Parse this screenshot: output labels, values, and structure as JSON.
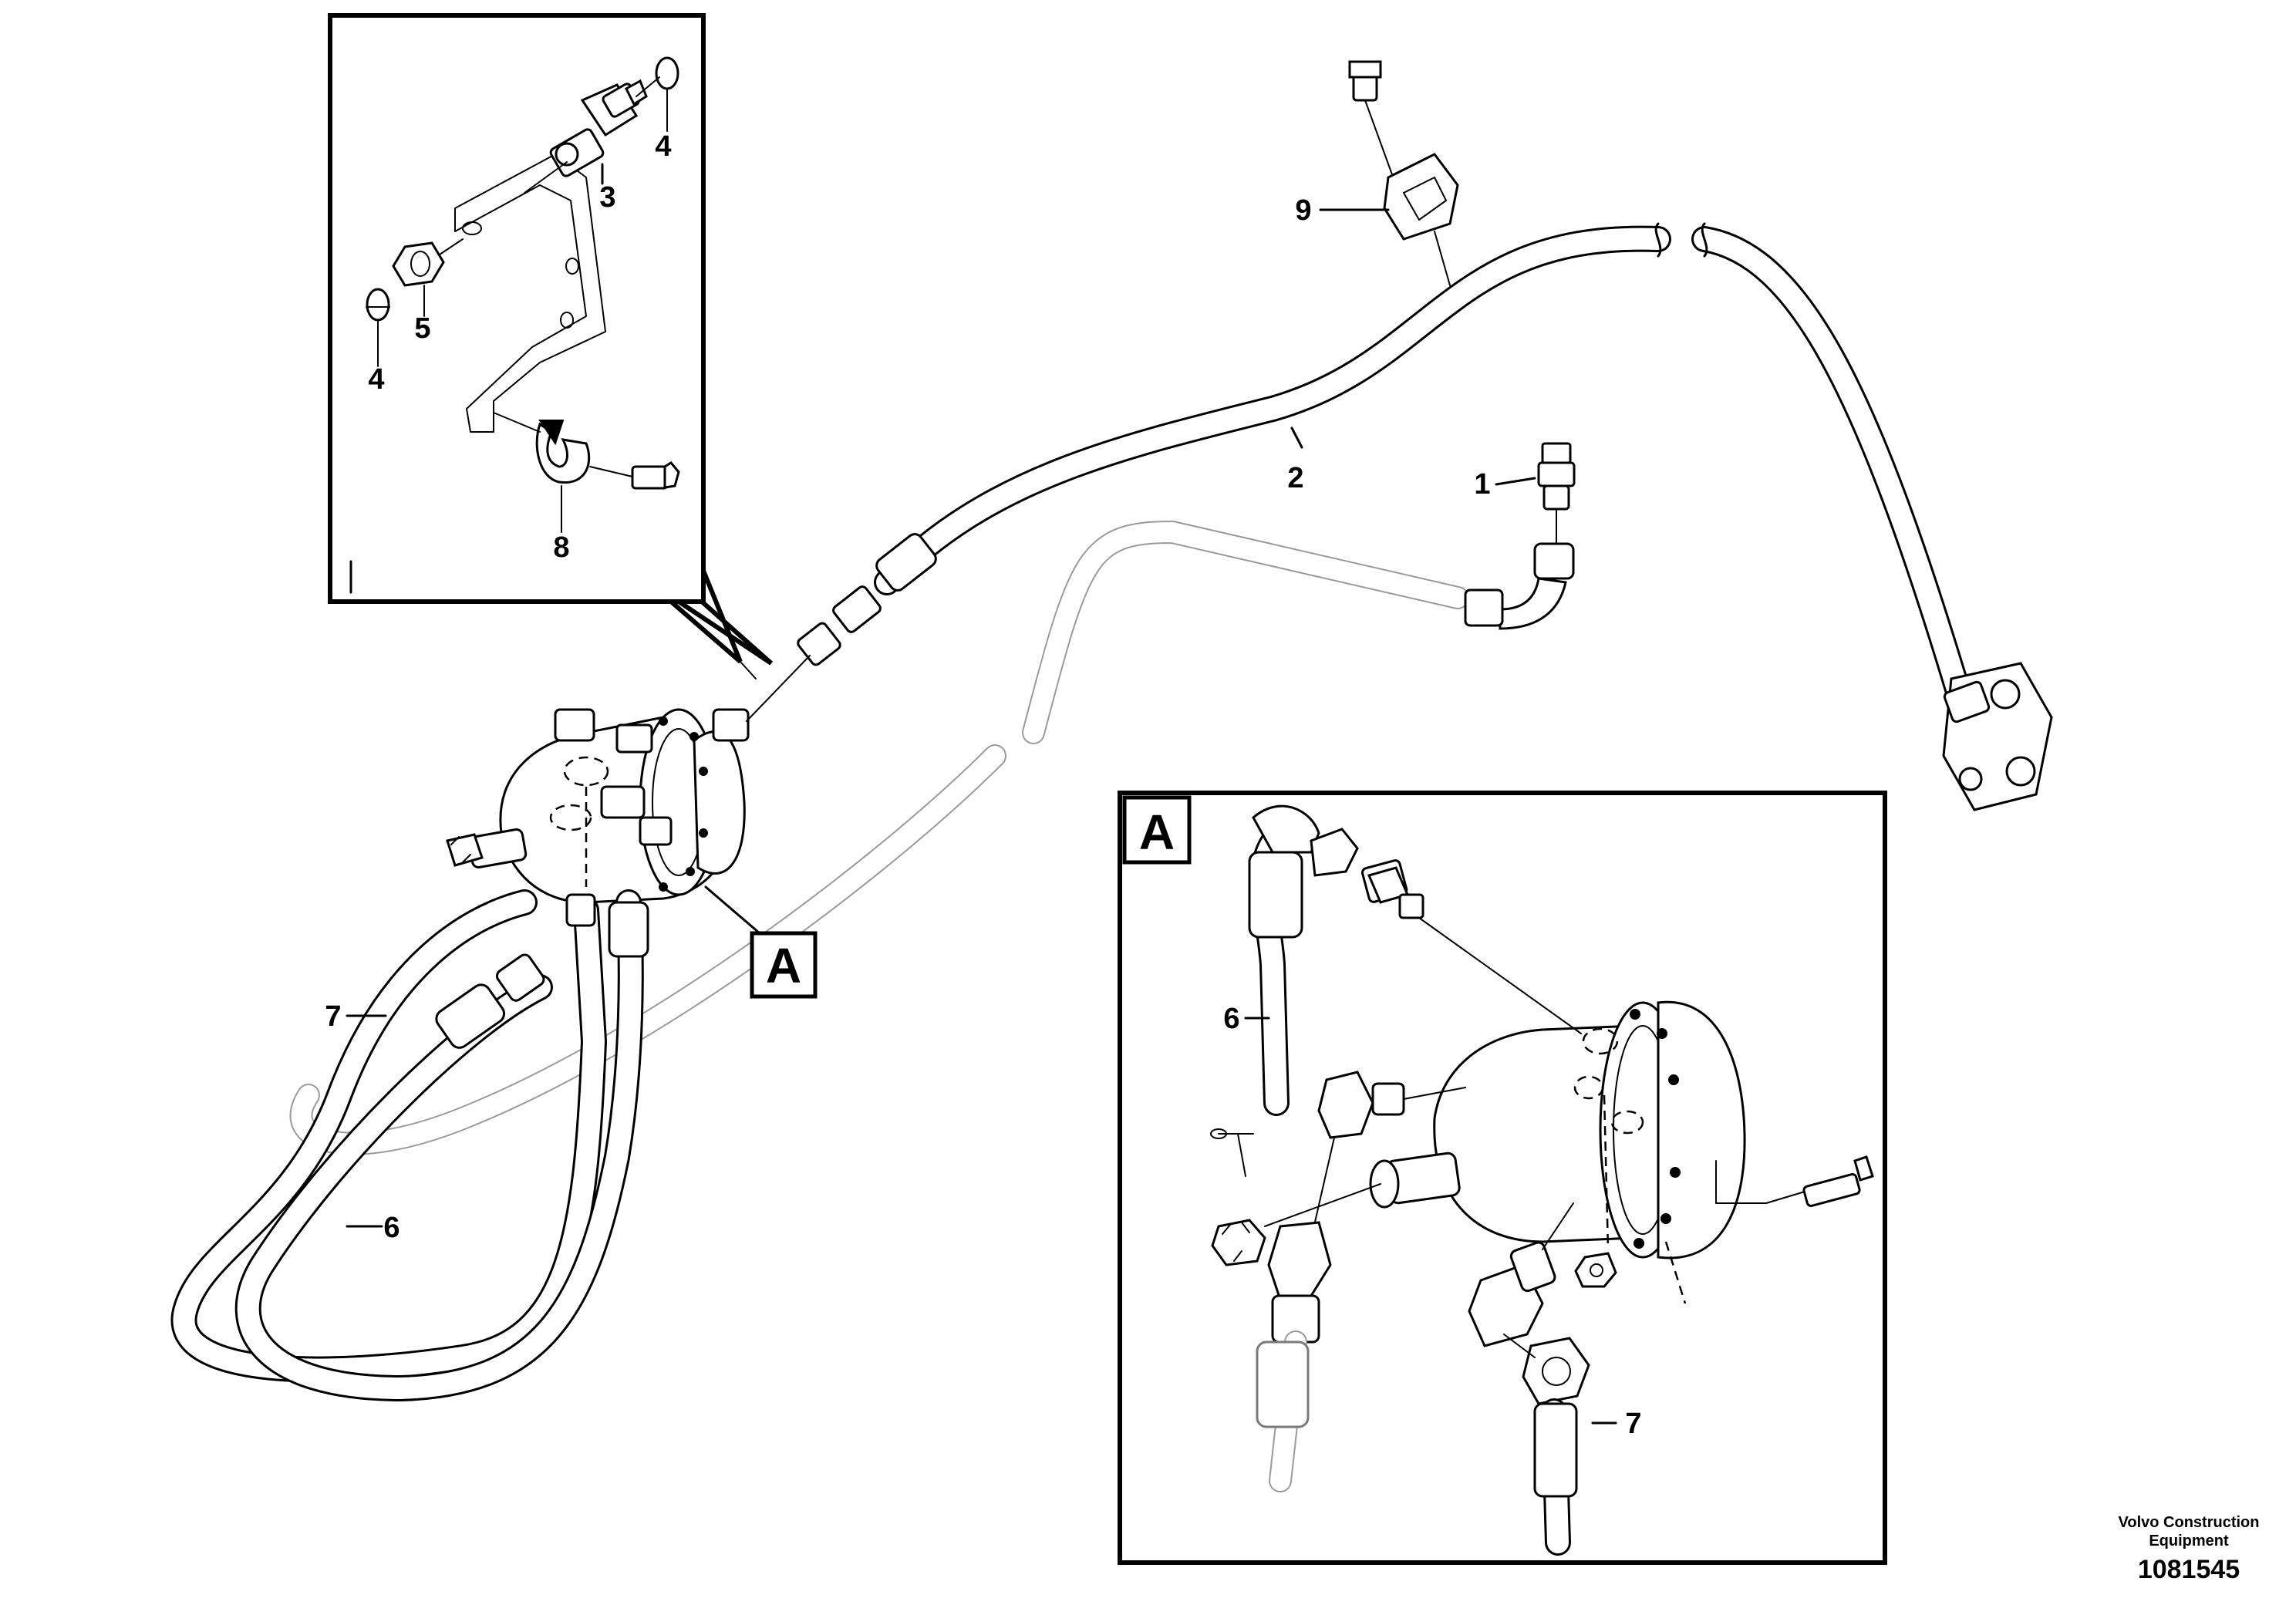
{
  "callouts": {
    "c1": "1",
    "c2": "2",
    "c3": "3",
    "c4a": "4",
    "c4b": "4",
    "c5": "5",
    "c6": "6",
    "c6a": "6",
    "c7": "7",
    "c7a": "7",
    "c8": "8",
    "c9": "9"
  },
  "detail": {
    "view_tag": "A",
    "view_title": "A"
  },
  "footer": {
    "brand_line1": "Volvo Construction",
    "brand_line2": "Equipment",
    "doc_number": "1081545"
  }
}
